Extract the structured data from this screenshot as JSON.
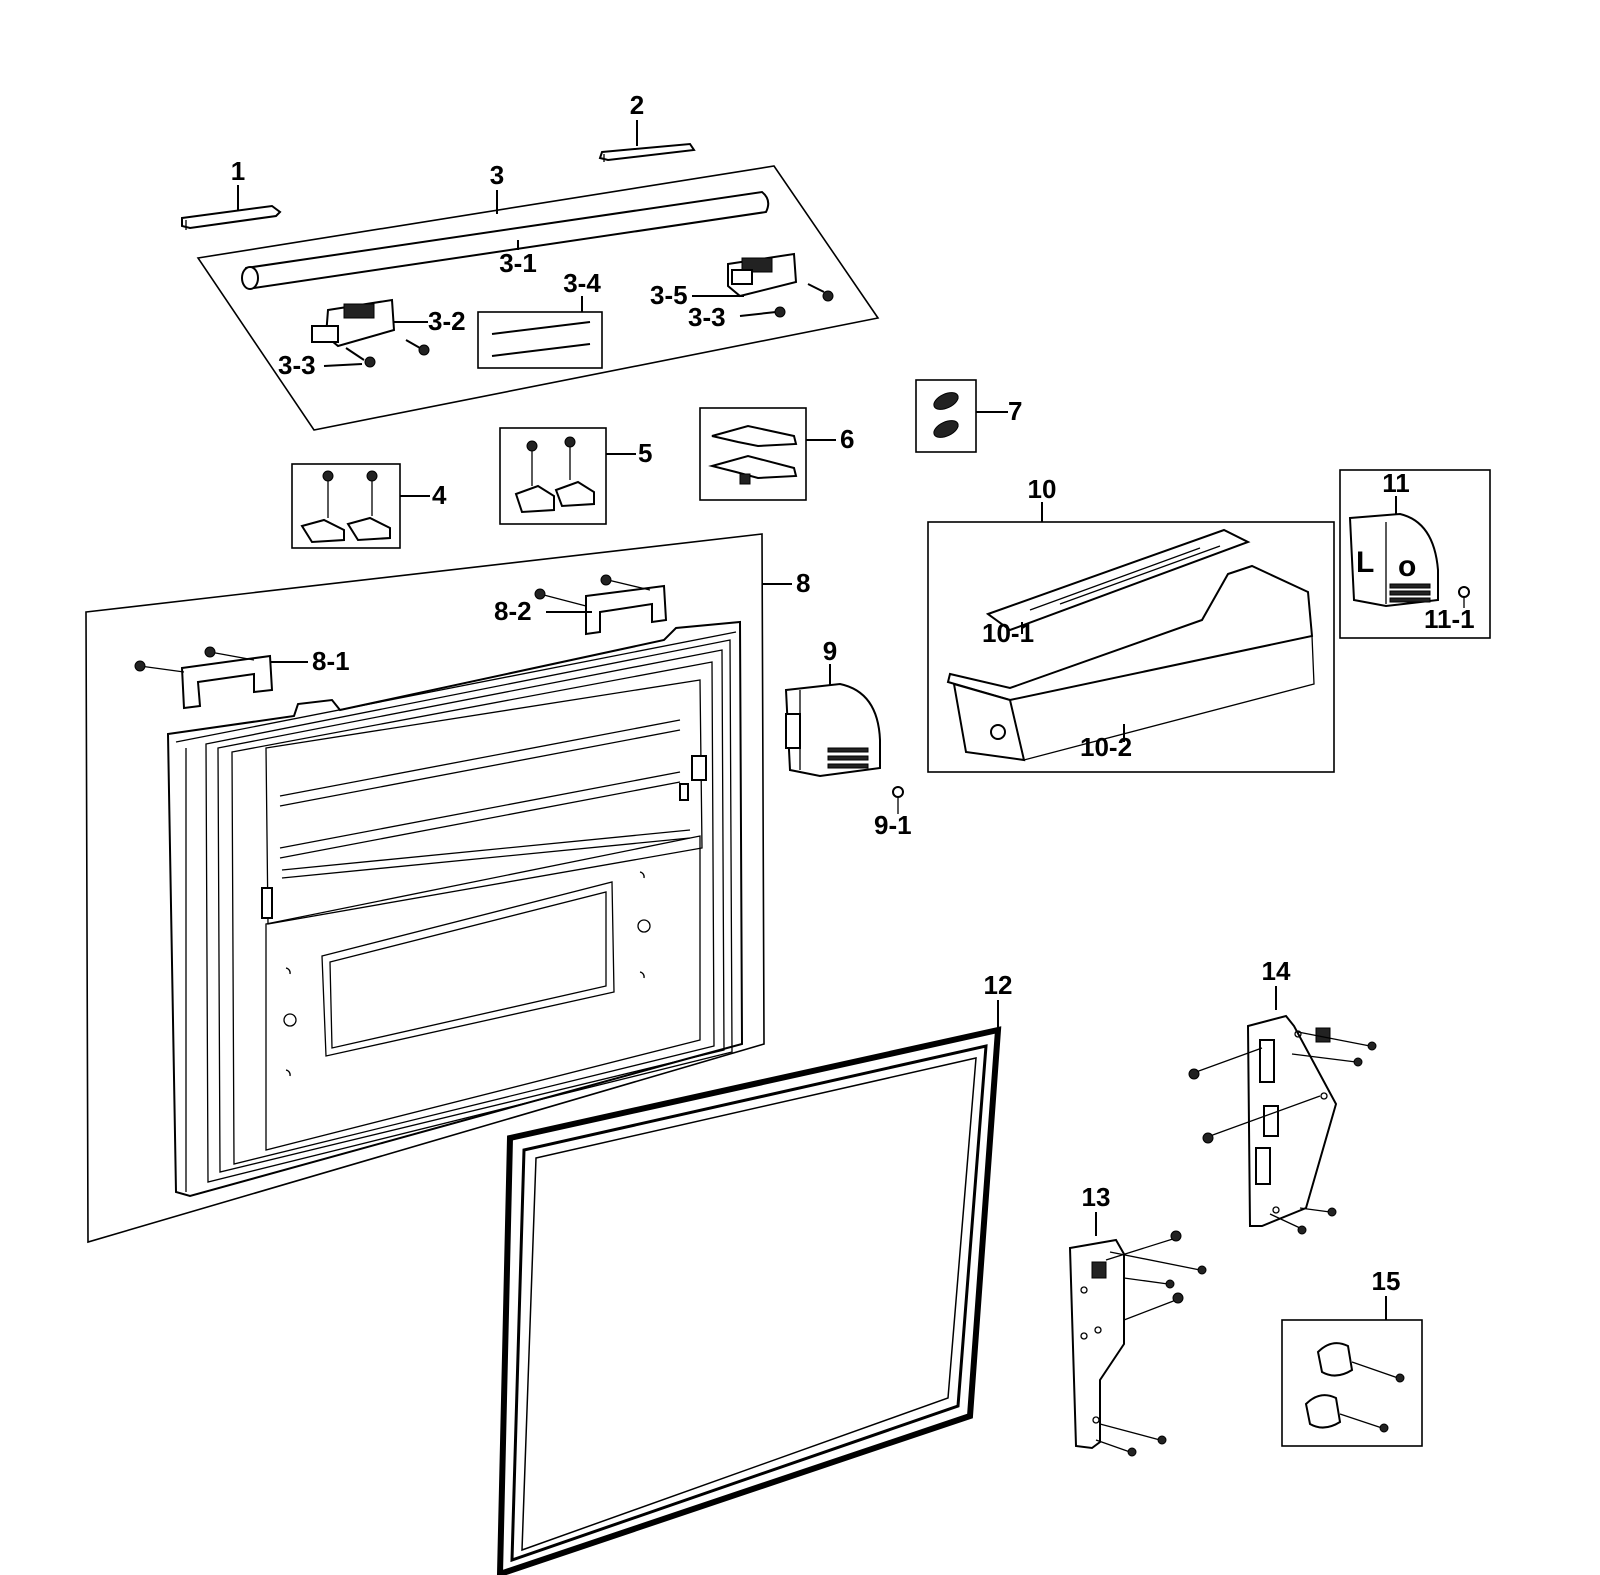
{
  "callouts": {
    "c1": "1",
    "c2": "2",
    "c3": "3",
    "c3_1": "3-1",
    "c3_2": "3-2",
    "c3_3a": "3-3",
    "c3_3b": "3-3",
    "c3_4": "3-4",
    "c3_5": "3-5",
    "c4": "4",
    "c5": "5",
    "c6": "6",
    "c7": "7",
    "c8": "8",
    "c8_1": "8-1",
    "c8_2": "8-2",
    "c9": "9",
    "c9_1": "9-1",
    "c10": "10",
    "c10_1": "10-1",
    "c10_2": "10-2",
    "c11": "11",
    "c11_1": "11-1",
    "c12": "12",
    "c13": "13",
    "c14": "14",
    "c15": "15"
  },
  "cover_letters": {
    "left": "L",
    "right": "o"
  }
}
